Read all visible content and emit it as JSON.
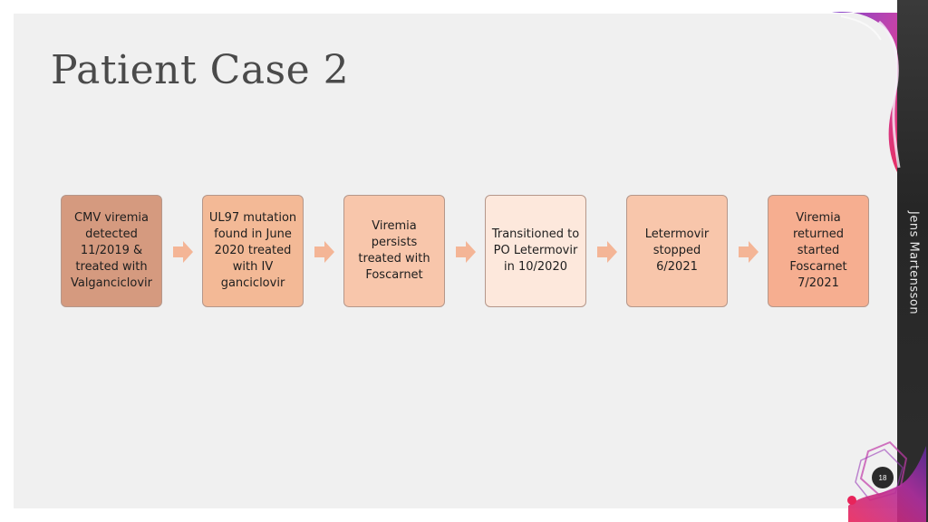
{
  "title": "Patient Case 2",
  "author": "Jens Martensson",
  "page_number": "18",
  "colors": {
    "box_1": "#d59a7f",
    "box_2": "#f3b996",
    "box_3": "#f8c6ab",
    "box_4": "#fde8dc",
    "box_5": "#f8c6ab",
    "box_6": "#f6ae90",
    "arrow": "#f4b596"
  },
  "steps": [
    {
      "text": "CMV viremia detected 11/2019 & treated with Valganciclovir"
    },
    {
      "text": "UL97 mutation found in June 2020 treated with IV ganciclovir"
    },
    {
      "text": "Viremia persists treated with Foscarnet"
    },
    {
      "text": "Transitioned to PO Letermovir in 10/2020"
    },
    {
      "text": "Letermovir stopped 6/2021"
    },
    {
      "text": "Viremia returned started Foscarnet 7/2021"
    }
  ],
  "icons": {
    "arrow": "right-arrow-icon"
  }
}
